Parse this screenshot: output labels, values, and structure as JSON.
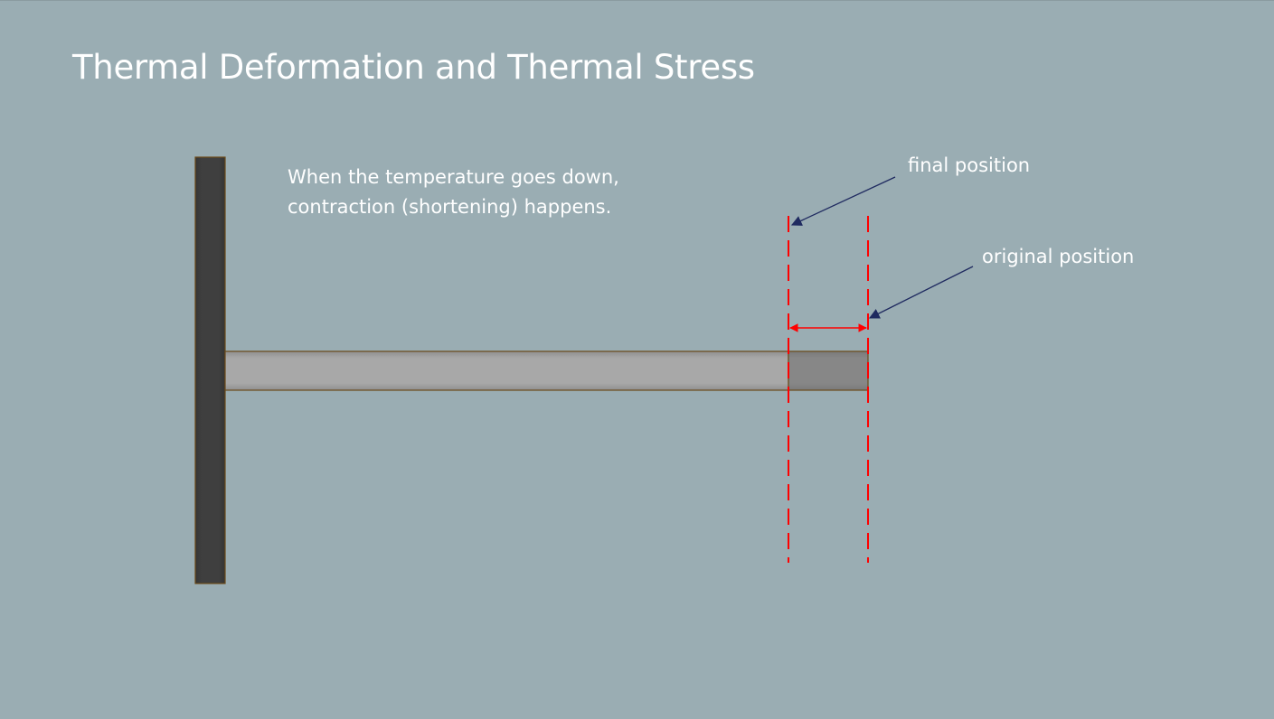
{
  "slide": {
    "title": "Thermal Deformation and Thermal Stress",
    "caption": {
      "line1": "When the temperature goes down,",
      "line2": "contraction (shortening) happens."
    }
  },
  "diagram": {
    "labels": {
      "final_position": "final position",
      "original_position": "original position"
    },
    "colors": {
      "background": "#9aadb3",
      "wall": "#3d3d3d",
      "rod": "#a6a6a6",
      "contracted_segment": "#858585",
      "reference_lines": "#ff0000",
      "leader_arrows": "#1f2a60",
      "text": "#ffffff"
    }
  }
}
